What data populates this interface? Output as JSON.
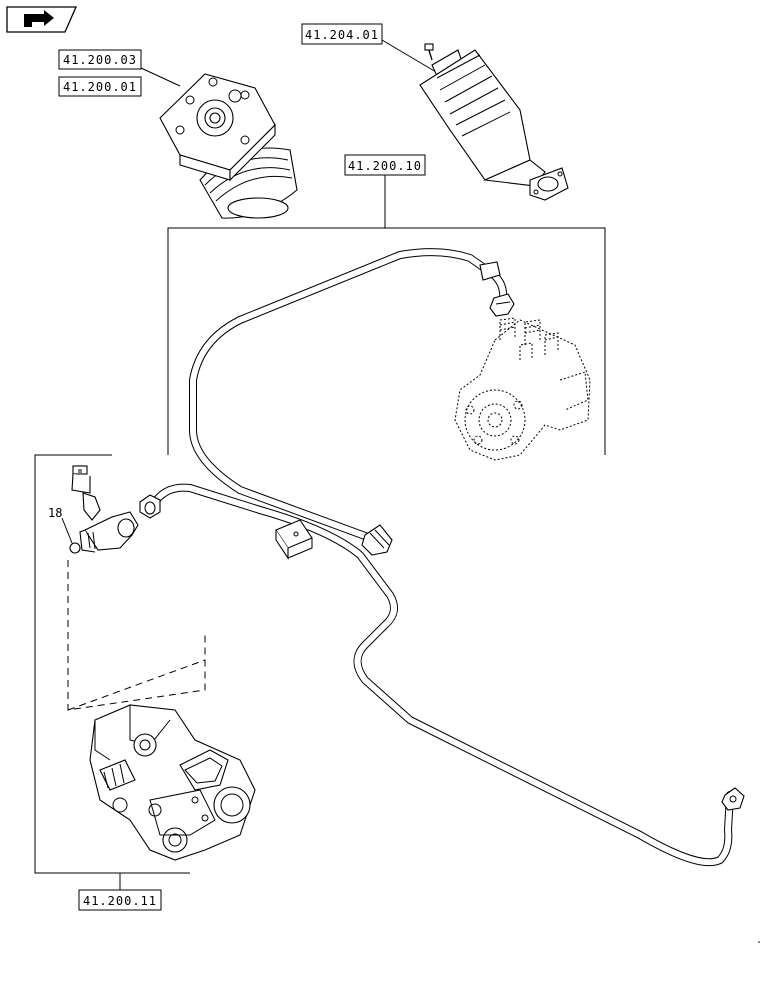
{
  "references": {
    "steering_motor_ref_1": "41.200.03",
    "steering_motor_ref_2": "41.200.01",
    "steering_column_ref": "41.204.01",
    "steering_unit_assembly_ref": "41.200.10",
    "valve_block_ref": "41.200.11"
  },
  "callouts": {
    "item_18": "18"
  },
  "icons": {
    "nav": "arrow-right-icon"
  }
}
